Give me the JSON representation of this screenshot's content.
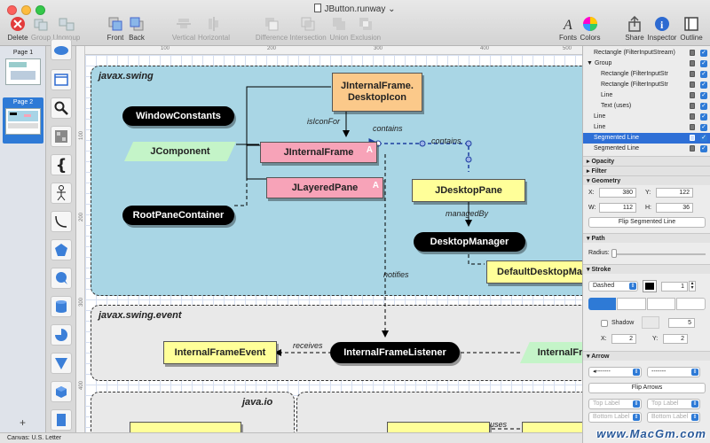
{
  "window": {
    "title": "JButton.runway",
    "traffic_colors": [
      "#fc605c",
      "#fdbc40",
      "#34c84a"
    ]
  },
  "toolbar": {
    "delete": "Delete",
    "group": "Group",
    "ungroup": "Ungroup",
    "front": "Front",
    "back": "Back",
    "vertical": "Vertical",
    "horizontal": "Horizontal",
    "difference": "Difference",
    "intersection": "Intersection",
    "union": "Union",
    "exclusion": "Exclusion",
    "fonts": "Fonts",
    "colors": "Colors",
    "share": "Share",
    "inspector": "Inspector",
    "outline": "Outline"
  },
  "pages": [
    {
      "label": "Page 1",
      "active": false
    },
    {
      "label": "Page 2",
      "active": true
    }
  ],
  "rulers": {
    "h_ticks": [
      "100",
      "200",
      "300",
      "400",
      "500"
    ],
    "v_ticks": [
      "100",
      "200",
      "300",
      "400"
    ]
  },
  "diagram": {
    "packages": {
      "swing": "javax.swing",
      "swing_event": "javax.swing.event",
      "java_io": "java.io"
    },
    "nodes": {
      "window_constants": "WindowConstants",
      "jcomponent": "JComponent",
      "jinternalframe": "JInternalFrame",
      "jinternalframe_badge": "A",
      "desktop_icon_line1": "JInternalFrame.",
      "desktop_icon_line2": "DesktopIcon",
      "jlayeredpane": "JLayeredPane",
      "jlayeredpane_badge": "A",
      "root_pane_container": "RootPaneContainer",
      "jdesktoppane": "JDesktopPane",
      "desktop_manager": "DesktopManager",
      "default_desktop_manager": "DefaultDesktopMa",
      "internal_frame_event": "InternalFrameEvent",
      "internal_frame_listener": "InternalFrameListener",
      "internal_frame_adapter": "InternalFr"
    },
    "edge_labels": {
      "is_icon_for": "isIconFor",
      "contains_1": "contains",
      "contains_2": "contains",
      "managed_by": "managedBy",
      "notifies": "notifies",
      "receives": "receives",
      "uses": "uses"
    }
  },
  "inspector": {
    "tree": [
      {
        "label": "Rectangle (FilterInputStream)",
        "indent": 1,
        "selected": false
      },
      {
        "label": "Group",
        "indent": 0,
        "selected": false,
        "expander": "▼"
      },
      {
        "label": "Rectangle (FilterInputStr",
        "indent": 2,
        "selected": false
      },
      {
        "label": "Rectangle (FilterInputStr",
        "indent": 2,
        "selected": false
      },
      {
        "label": "Line",
        "indent": 2,
        "selected": false
      },
      {
        "label": "Text (uses)",
        "indent": 2,
        "selected": false
      },
      {
        "label": "Line",
        "indent": 1,
        "selected": false
      },
      {
        "label": "Line",
        "indent": 1,
        "selected": false
      },
      {
        "label": "Segmented Line",
        "indent": 1,
        "selected": true
      },
      {
        "label": "Segmented Line",
        "indent": 1,
        "selected": false
      }
    ],
    "sections": {
      "opacity": "Opacity",
      "filter": "Filter",
      "geometry": "Geometry",
      "path": "Path",
      "stroke": "Stroke",
      "arrow": "Arrow"
    },
    "geometry": {
      "x_label": "X:",
      "x": "380",
      "y_label": "Y:",
      "y": "122",
      "w_label": "W:",
      "w": "112",
      "h_label": "H:",
      "h": "36",
      "flip_button": "Flip Segmented Line"
    },
    "path": {
      "radius_label": "Radius:"
    },
    "stroke": {
      "style": "Dashed",
      "width": "1",
      "shadow_label": "Shadow",
      "shadow_value": "5",
      "sx_label": "X:",
      "sx": "2",
      "sy_label": "Y:",
      "sy": "2"
    },
    "arrow": {
      "flip_button": "Flip Arrows",
      "top_label_1": "Top Label",
      "top_label_2": "Top Label",
      "bottom_label_1": "Bottom Label",
      "bottom_label_2": "Bottom Label"
    }
  },
  "status": {
    "canvas": "Canvas: U.S. Letter"
  },
  "watermark": "www.MacGm.com"
}
